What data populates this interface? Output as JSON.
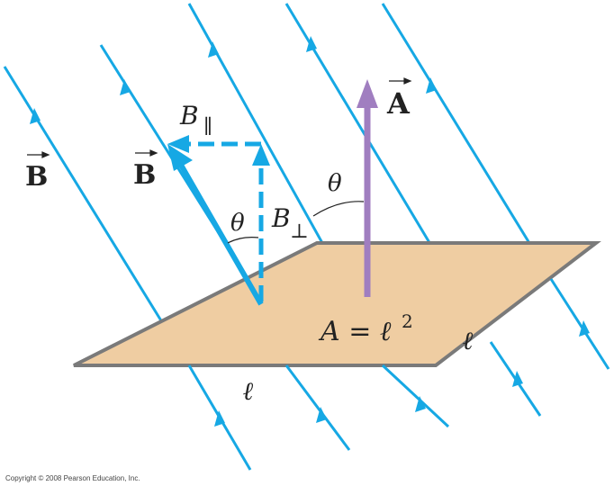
{
  "labels": {
    "vector_B_field": "B",
    "vector_B": "B",
    "B_parallel": "B",
    "B_parallel_sub": "∥",
    "B_perp": "B",
    "B_perp_sub": "⊥",
    "vector_A": "A",
    "theta_left": "θ",
    "theta_right": "θ",
    "area_eq": "A = ℓ",
    "area_exp": "2",
    "side_bottom": "ℓ",
    "side_right": "ℓ",
    "copyright": "Copyright © 2008 Pearson Education, Inc."
  },
  "colors": {
    "field": "#16a8e4",
    "plane_fill": "#efcda2",
    "plane_edge": "#7a7a7a",
    "area_vector": "#a07ec0",
    "text": "#222222"
  },
  "icons": {
    "field_arrow": "arrowhead-icon",
    "vector_arrow": "overhead-arrow-icon"
  }
}
